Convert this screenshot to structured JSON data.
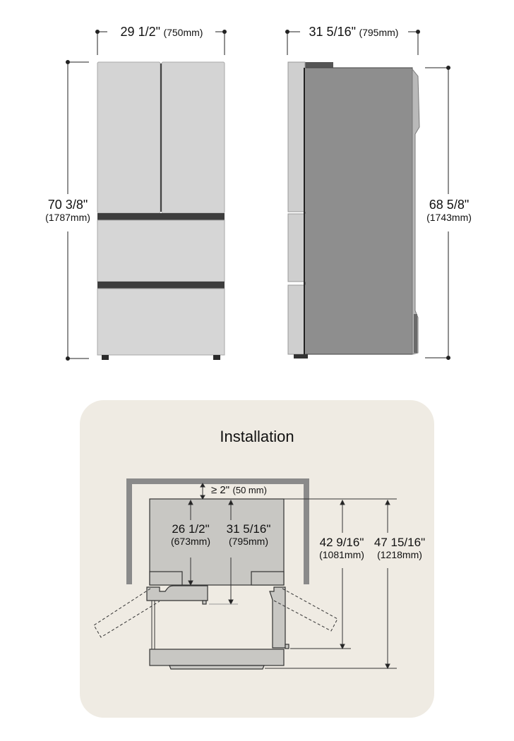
{
  "front_view": {
    "width_label": {
      "inches": "29 1/2\"",
      "mm": "(750mm)"
    },
    "height_label": {
      "inches": "70 3/8\"",
      "mm": "(1787mm)"
    }
  },
  "side_view": {
    "depth_label": {
      "inches": "31 5/16\"",
      "mm": "(795mm)"
    },
    "height_label": {
      "inches": "68 5/8\"",
      "mm": "(1743mm)"
    }
  },
  "installation": {
    "title": "Installation",
    "clearance": {
      "text": "≥ 2\"",
      "mm": "(50 mm)"
    },
    "depth_without_doors": {
      "inches": "26 1/2\"",
      "mm": "(673mm)"
    },
    "depth_with_doors": {
      "inches": "31 5/16\"",
      "mm": "(795mm)"
    },
    "depth_door_open": {
      "inches": "42 9/16\"",
      "mm": "(1081mm)"
    },
    "depth_drawer_open": {
      "inches": "47 15/16\"",
      "mm": "(1218mm)"
    }
  },
  "colors": {
    "panel_bg": "#efebe3",
    "fridge_front": "#d4d4d4",
    "fridge_side": "#8e8e8e",
    "wall": "#8a8a8a",
    "plan_fill": "#c8c7c3"
  }
}
